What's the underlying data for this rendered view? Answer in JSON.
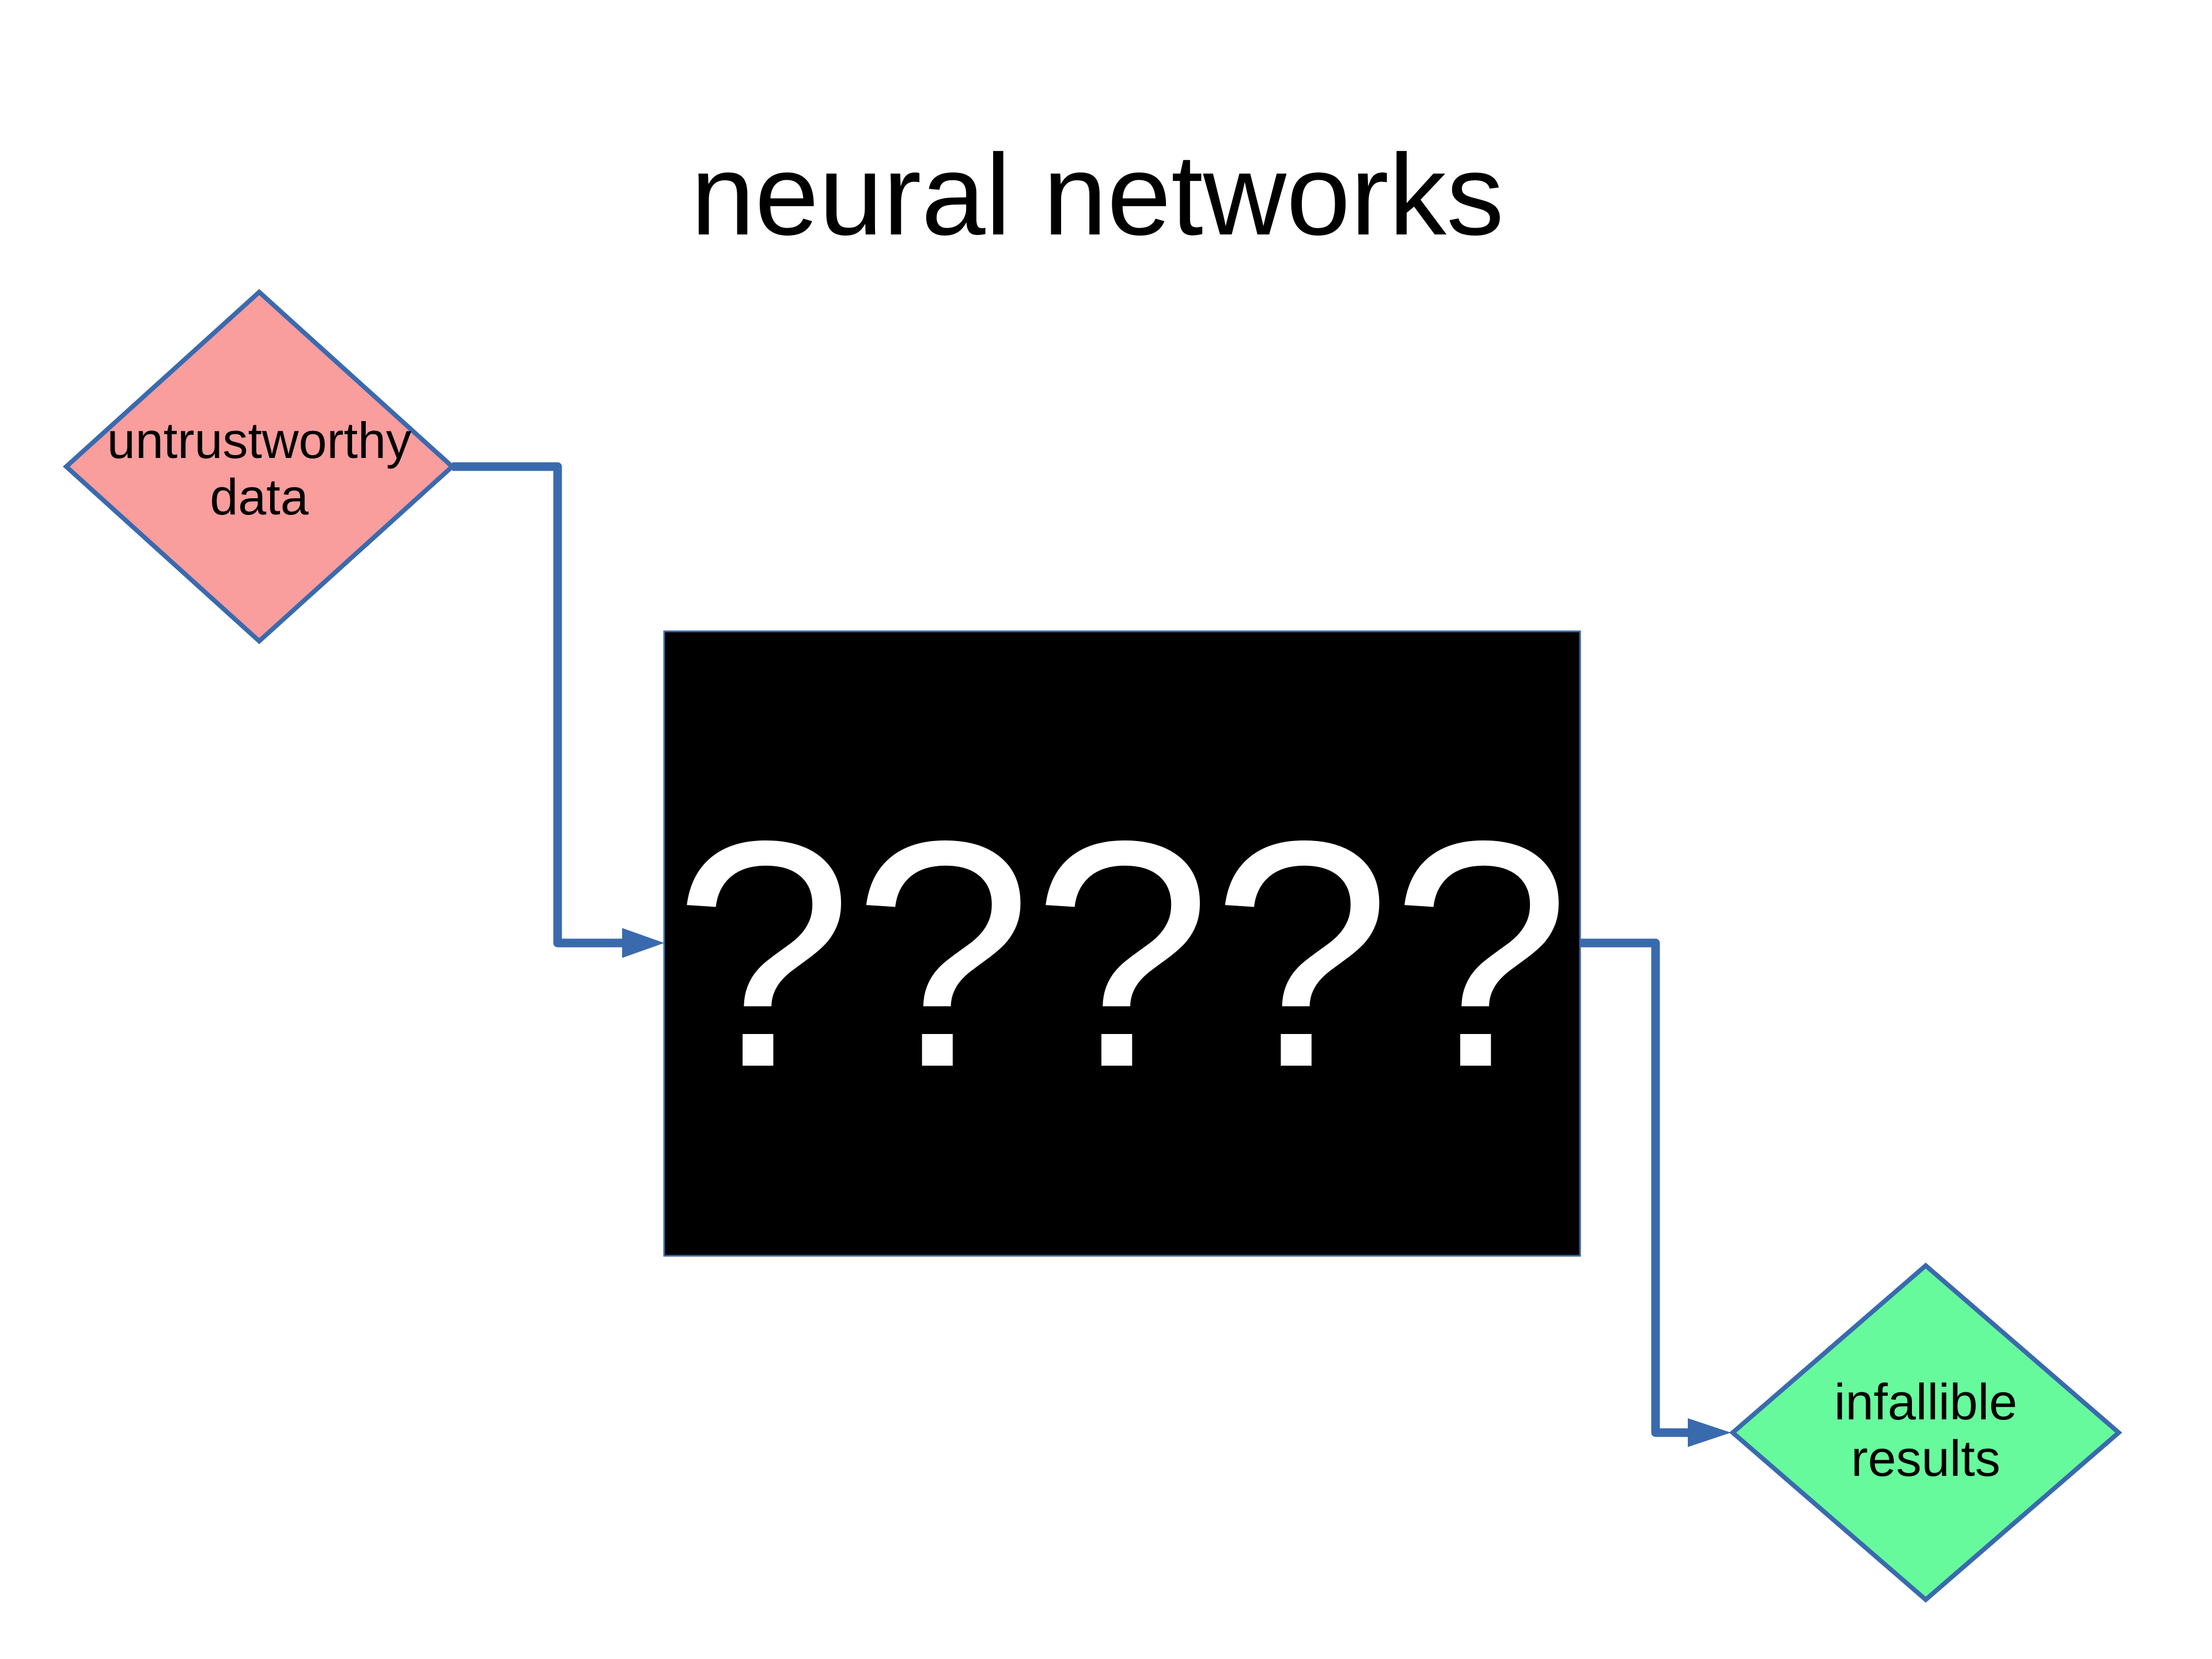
{
  "title": {
    "text": "neural networks",
    "color": "#000000"
  },
  "nodes": {
    "input": {
      "line1": "untrustworthy",
      "line2": "data",
      "shape": "diamond",
      "fill": "#F99D9D",
      "stroke": "#3A6AAE",
      "text_color": "#000000"
    },
    "process": {
      "label": "?????",
      "shape": "rectangle",
      "fill": "#000000",
      "stroke": "#3A6AAE",
      "text_color": "#FFFFFF"
    },
    "output": {
      "line1": "infallible",
      "line2": "results",
      "shape": "diamond",
      "fill": "#67FA9C",
      "stroke": "#3A6AAE",
      "text_color": "#000000"
    }
  },
  "connectors": {
    "color": "#3A6AAE",
    "edges": [
      {
        "from": "untrustworthy data",
        "to": "?????"
      },
      {
        "from": "?????",
        "to": "infallible results"
      }
    ]
  }
}
